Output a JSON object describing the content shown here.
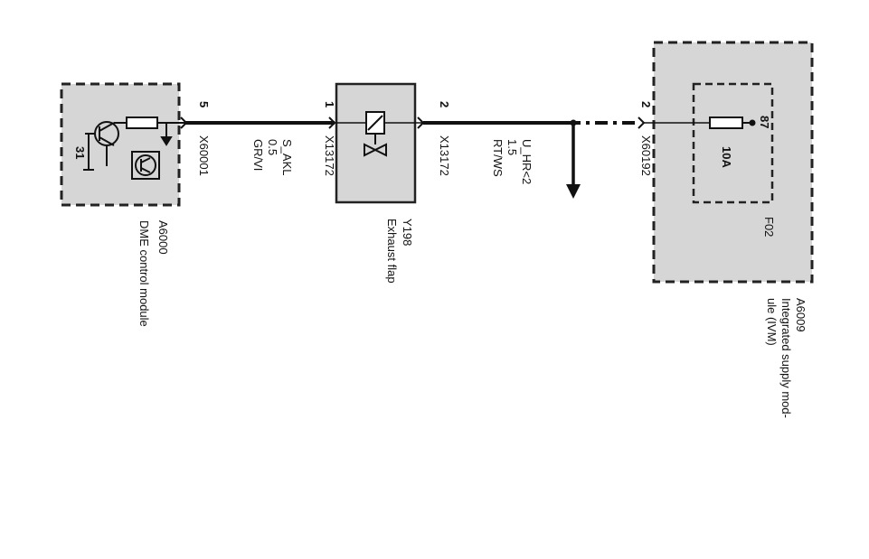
{
  "dme": {
    "name": "A6000",
    "description": "DME control module",
    "pin": "5",
    "connector": "X60001",
    "ground": "31"
  },
  "wire1": {
    "signal": "S_AKL",
    "size": "0.5",
    "color": "GR/VI"
  },
  "flap": {
    "name": "Y198",
    "description": "Exhaust flap",
    "pin_in": "1",
    "connector_in": "X13172",
    "pin_out": "2",
    "connector_out": "X13172"
  },
  "wire2": {
    "signal": "U_HR<2",
    "size": "1.5",
    "color": "RT/WS"
  },
  "ivm": {
    "name": "A6009",
    "description_line1": "Integrated supply mod-",
    "description_line2": "ule (IVM)",
    "pin": "2",
    "connector": "X60192",
    "fuse_name": "F02",
    "fuse_rating": "10A",
    "fuse_terminal": "87"
  },
  "colors": {
    "box_fill": "#d6d6d6",
    "line": "#111111",
    "background": "#ffffff"
  }
}
